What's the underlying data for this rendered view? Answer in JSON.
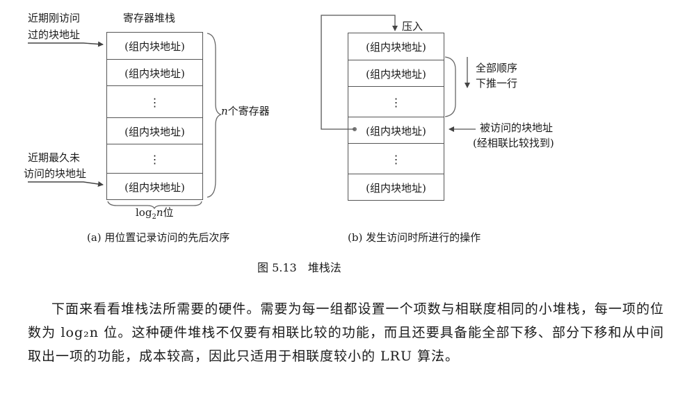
{
  "diagram_a": {
    "label_recent_line1": "近期刚访问",
    "label_recent_line2": "过的块地址",
    "label_stack_title": "寄存器堆栈",
    "label_oldest_line1": "近期最久未",
    "label_oldest_line2": "访问的块地址",
    "cell_text": "(组内块地址)",
    "ellipsis": "⋮",
    "label_n_registers": "个寄存器",
    "label_n_var": "n",
    "width_log": "log",
    "width_sub": "2",
    "width_n": "n",
    "width_suffix": "位",
    "caption": "(a) 用位置记录访问的先后次序"
  },
  "diagram_b": {
    "label_push": "压入",
    "cell_text": "(组内块地址)",
    "ellipsis": "⋮",
    "label_shift_line1": "全部顺序",
    "label_shift_line2": "下推一行",
    "label_accessed_line1": "被访问的块地址",
    "label_accessed_line2": "(经相联比较找到)",
    "caption": "(b) 发生访问时所进行的操作"
  },
  "figure_caption": "图 5.13　堆栈法",
  "paragraph": "下面来看看堆栈法所需要的硬件。需要为每一组都设置一个项数与相联度相同的小堆栈，每一项的位数为 log₂n 位。这种硬件堆栈不仅要有相联比较的功能，而且还要具备能全部下移、部分下移和从中间取出一项的功能，成本较高，因此只适用于相联度较小的 LRU 算法。"
}
